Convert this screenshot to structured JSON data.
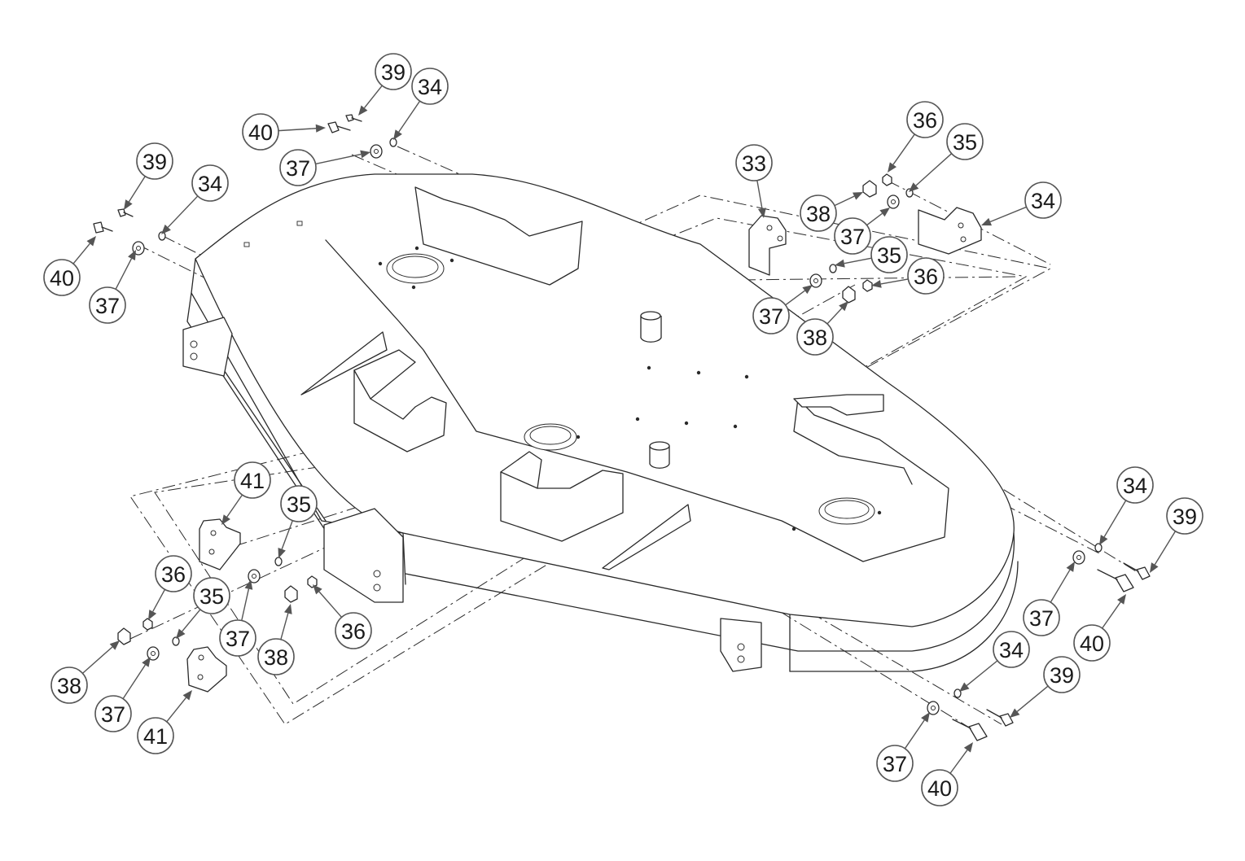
{
  "diagram": {
    "type": "exploded parts diagram",
    "callouts": [
      {
        "label": "39"
      },
      {
        "label": "34"
      },
      {
        "label": "40"
      },
      {
        "label": "37"
      },
      {
        "label": "39"
      },
      {
        "label": "34"
      },
      {
        "label": "40"
      },
      {
        "label": "37"
      },
      {
        "label": "33"
      },
      {
        "label": "36"
      },
      {
        "label": "35"
      },
      {
        "label": "38"
      },
      {
        "label": "37"
      },
      {
        "label": "34"
      },
      {
        "label": "35"
      },
      {
        "label": "36"
      },
      {
        "label": "37"
      },
      {
        "label": "38"
      },
      {
        "label": "41"
      },
      {
        "label": "35"
      },
      {
        "label": "36"
      },
      {
        "label": "37"
      },
      {
        "label": "38"
      },
      {
        "label": "36"
      },
      {
        "label": "35"
      },
      {
        "label": "38"
      },
      {
        "label": "37"
      },
      {
        "label": "41"
      },
      {
        "label": "34"
      },
      {
        "label": "39"
      },
      {
        "label": "37"
      },
      {
        "label": "40"
      },
      {
        "label": "34"
      },
      {
        "label": "39"
      },
      {
        "label": "37"
      },
      {
        "label": "40"
      }
    ]
  }
}
